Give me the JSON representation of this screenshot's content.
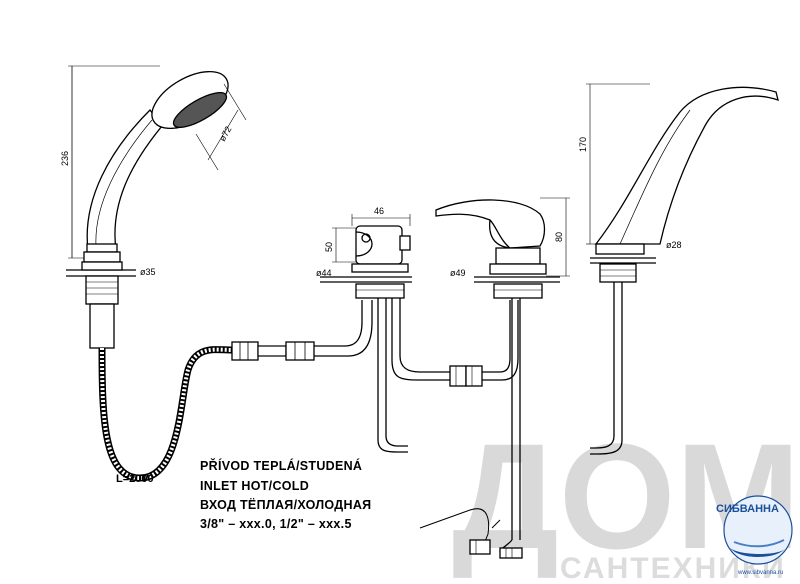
{
  "dimensions": {
    "shower_height": "236",
    "shower_head_diameter": "ø72",
    "shower_base_diameter": "ø35",
    "hose_length": "L=2000",
    "valve_width": "46",
    "valve_height": "50",
    "valve_base_diameter": "ø44",
    "mixer_height": "80",
    "mixer_base_diameter": "ø49",
    "spout_height": "170",
    "spout_base_diameter": "ø28"
  },
  "note": {
    "line1": "PŘÍVOD TEPLÁ/STUDENÁ",
    "line2": "INLET HOT/COLD",
    "line3": "ВХОД ТЁПЛАЯ/ХОЛОДНАЯ",
    "line4": "3/8\" – xxx.0, 1/2\" – xxx.5"
  },
  "watermark": {
    "big_text": "ДОМ",
    "small_text": "САНТЕХНИКИ"
  },
  "logo": {
    "name": "СИБВАННА",
    "url": "www.sibvanna.ru"
  },
  "colors": {
    "line": "#000000",
    "watermark": "#d9d9d9",
    "logo": "#1a4f9c"
  }
}
